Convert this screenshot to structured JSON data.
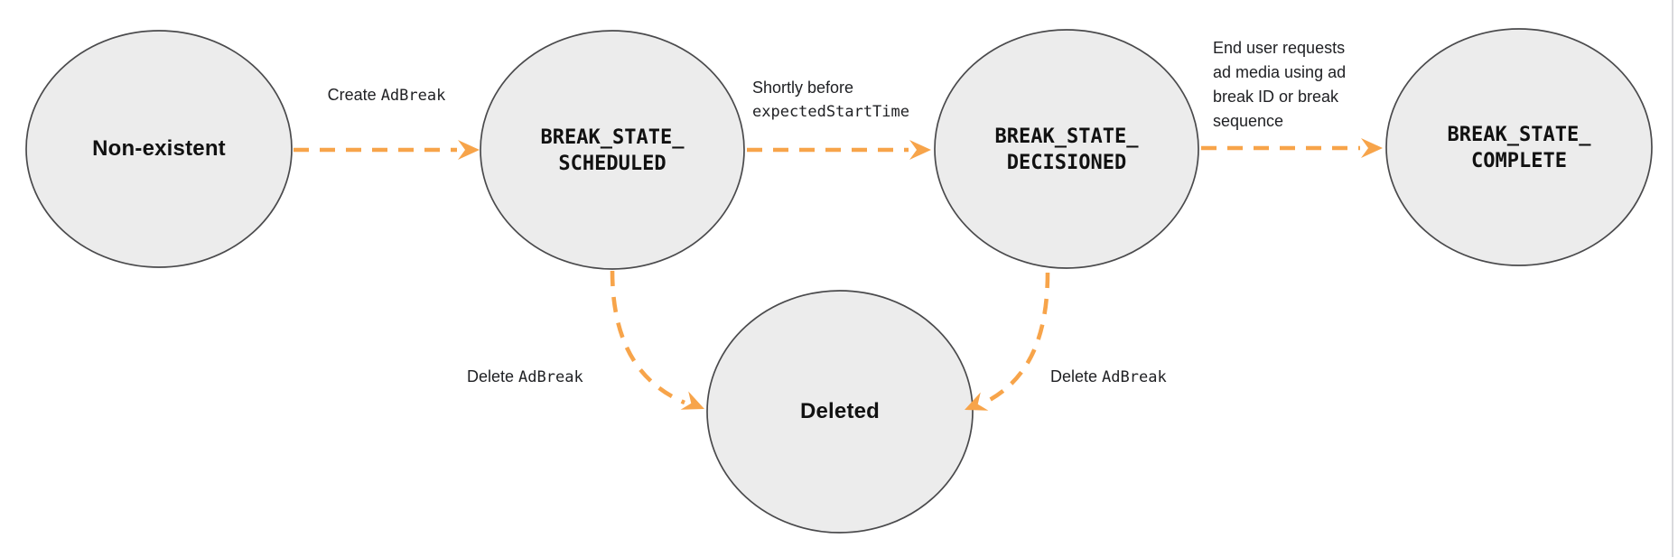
{
  "diagram": {
    "states": {
      "non_existent": {
        "label": "Non-existent"
      },
      "scheduled": {
        "line1": "BREAK_STATE_",
        "line2": "SCHEDULED"
      },
      "decisioned": {
        "line1": "BREAK_STATE_",
        "line2": "DECISIONED"
      },
      "complete": {
        "line1": "BREAK_STATE_",
        "line2": "COMPLETE"
      },
      "deleted": {
        "label": "Deleted"
      }
    },
    "transitions": {
      "create": {
        "text": "Create",
        "code": "AdBreak"
      },
      "shortly": {
        "text": "Shortly before",
        "code": "expectedStartTime"
      },
      "end_user": {
        "lines": [
          "End user requests",
          "ad media using ad",
          "break ID or break",
          "sequence"
        ]
      },
      "delete_left": {
        "text": "Delete",
        "code": "AdBreak"
      },
      "delete_right": {
        "text": "Delete",
        "code": "AdBreak"
      }
    },
    "colors": {
      "arrow": "#f7a44a",
      "node_fill": "#ececec",
      "node_stroke": "#4a4a4c"
    }
  }
}
